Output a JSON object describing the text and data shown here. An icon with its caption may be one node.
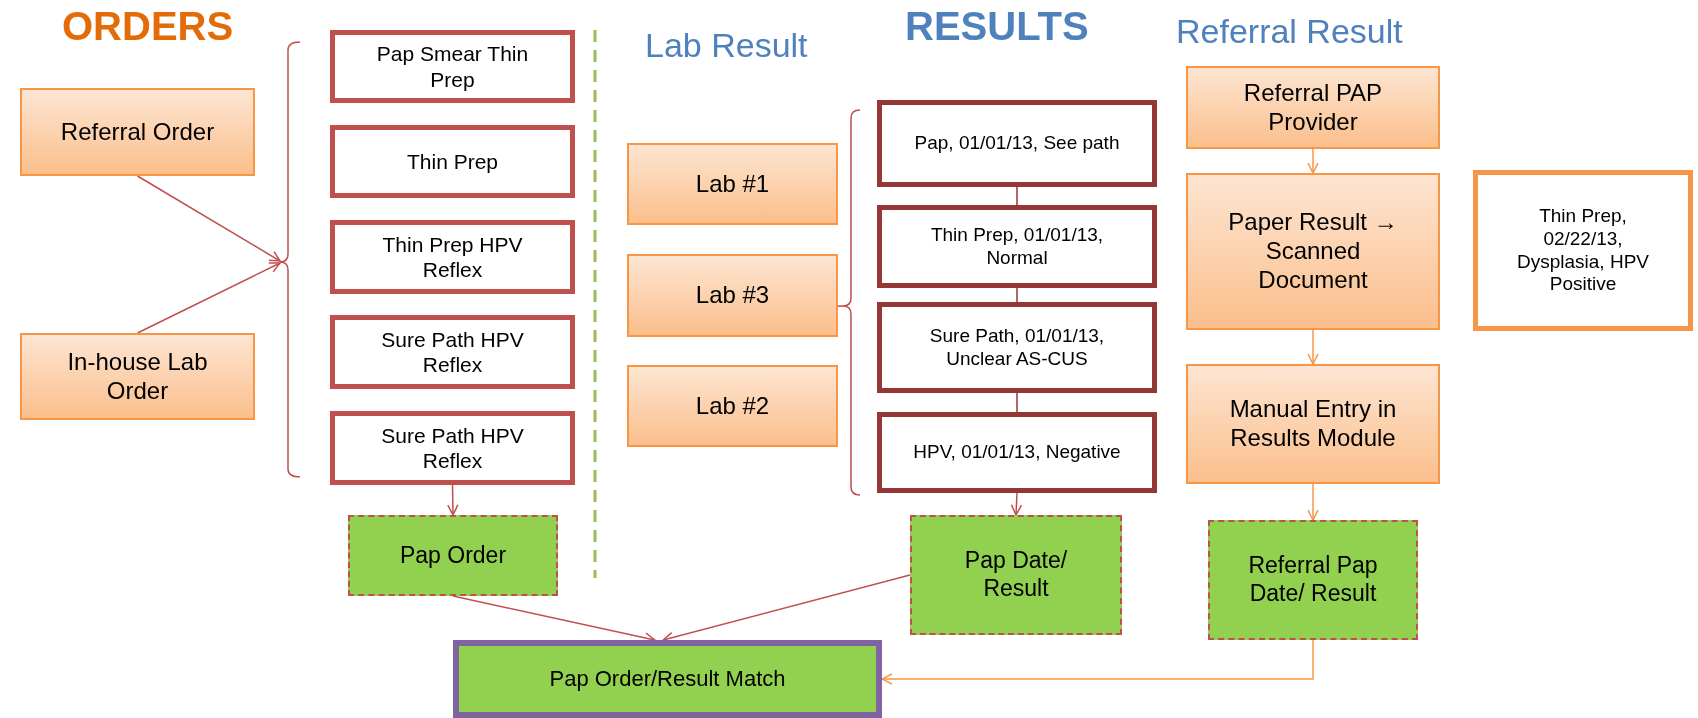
{
  "diagram": {
    "nodes": [
      {
        "text": [
          "Referral Order"
        ]
      },
      {
        "text": [
          "In-house Lab Order"
        ]
      },
      {
        "text": [
          "Pap Smear Thin Prep"
        ]
      },
      {
        "text": [
          "Thin Prep"
        ]
      },
      {
        "text": [
          "Thin Prep HPV Reflex"
        ]
      },
      {
        "text": [
          "Sure Path HPV Reflex"
        ]
      },
      {
        "text": [
          "Sure Path HPV Reflex"
        ]
      },
      {
        "text": [
          "Pap Order"
        ]
      },
      {
        "text": [
          "Lab #1"
        ]
      },
      {
        "text": [
          "Lab #3"
        ]
      },
      {
        "text": [
          "Lab #2"
        ]
      },
      {
        "text": [
          "Pap, 01/01/13, See path"
        ]
      },
      {
        "text": [
          "Thin Prep, 01/01/13, Normal"
        ]
      },
      {
        "text": [
          "Sure Path, 01/01/13, Unclear AS-CUS"
        ]
      },
      {
        "text": [
          "HPV, 01/01/13, Negative"
        ]
      },
      {
        "text": [
          "Pap Date/ Result"
        ]
      },
      {
        "text": [
          "Referral PAP Provider"
        ]
      },
      {
        "text": [
          "Paper Result → Scanned Document"
        ]
      },
      {
        "text": [
          "Manual Entry in Results Module"
        ]
      },
      {
        "text": [
          "Referral Pap Date/ Result"
        ]
      },
      {
        "text": [
          "Thin Prep, 02/22/13, Dysplasia, HPV Positive"
        ]
      },
      {
        "text": [
          "Pap Order/Result Match"
        ]
      }
    ],
    "edges": [
      {
        "from": 0,
        "to": null,
        "arrow": "to"
      },
      {
        "from": 1,
        "to": null,
        "arrow": "to"
      },
      {
        "from": 6,
        "to": 7,
        "arrow": "to"
      },
      {
        "from": 9,
        "to": null,
        "arrow": "none"
      },
      {
        "from": 11,
        "to": 12,
        "arrow": "none",
        "color": "#953735"
      },
      {
        "from": 12,
        "to": 13,
        "arrow": "none",
        "color": "#953735"
      },
      {
        "from": 13,
        "to": 14,
        "arrow": "none",
        "color": "#953735"
      },
      {
        "from": 14,
        "to": 15,
        "arrow": "to"
      },
      {
        "from": 16,
        "to": 17,
        "arrow": "to",
        "color": "#f79646"
      },
      {
        "from": 17,
        "to": 18,
        "arrow": "to",
        "color": "#f79646"
      },
      {
        "from": 18,
        "to": 19,
        "arrow": "to",
        "color": "#f79646"
      },
      {
        "from": 7,
        "to": 21,
        "arrow": "to"
      },
      {
        "from": 15,
        "to": 21,
        "arrow": "to"
      },
      {
        "from": 19,
        "to": 21,
        "arrow": "to",
        "color": "#f79646"
      }
    ],
    "labels": [
      "ORDERS",
      "Lab Result",
      "RESULTS",
      "Referral Result"
    ]
  }
}
